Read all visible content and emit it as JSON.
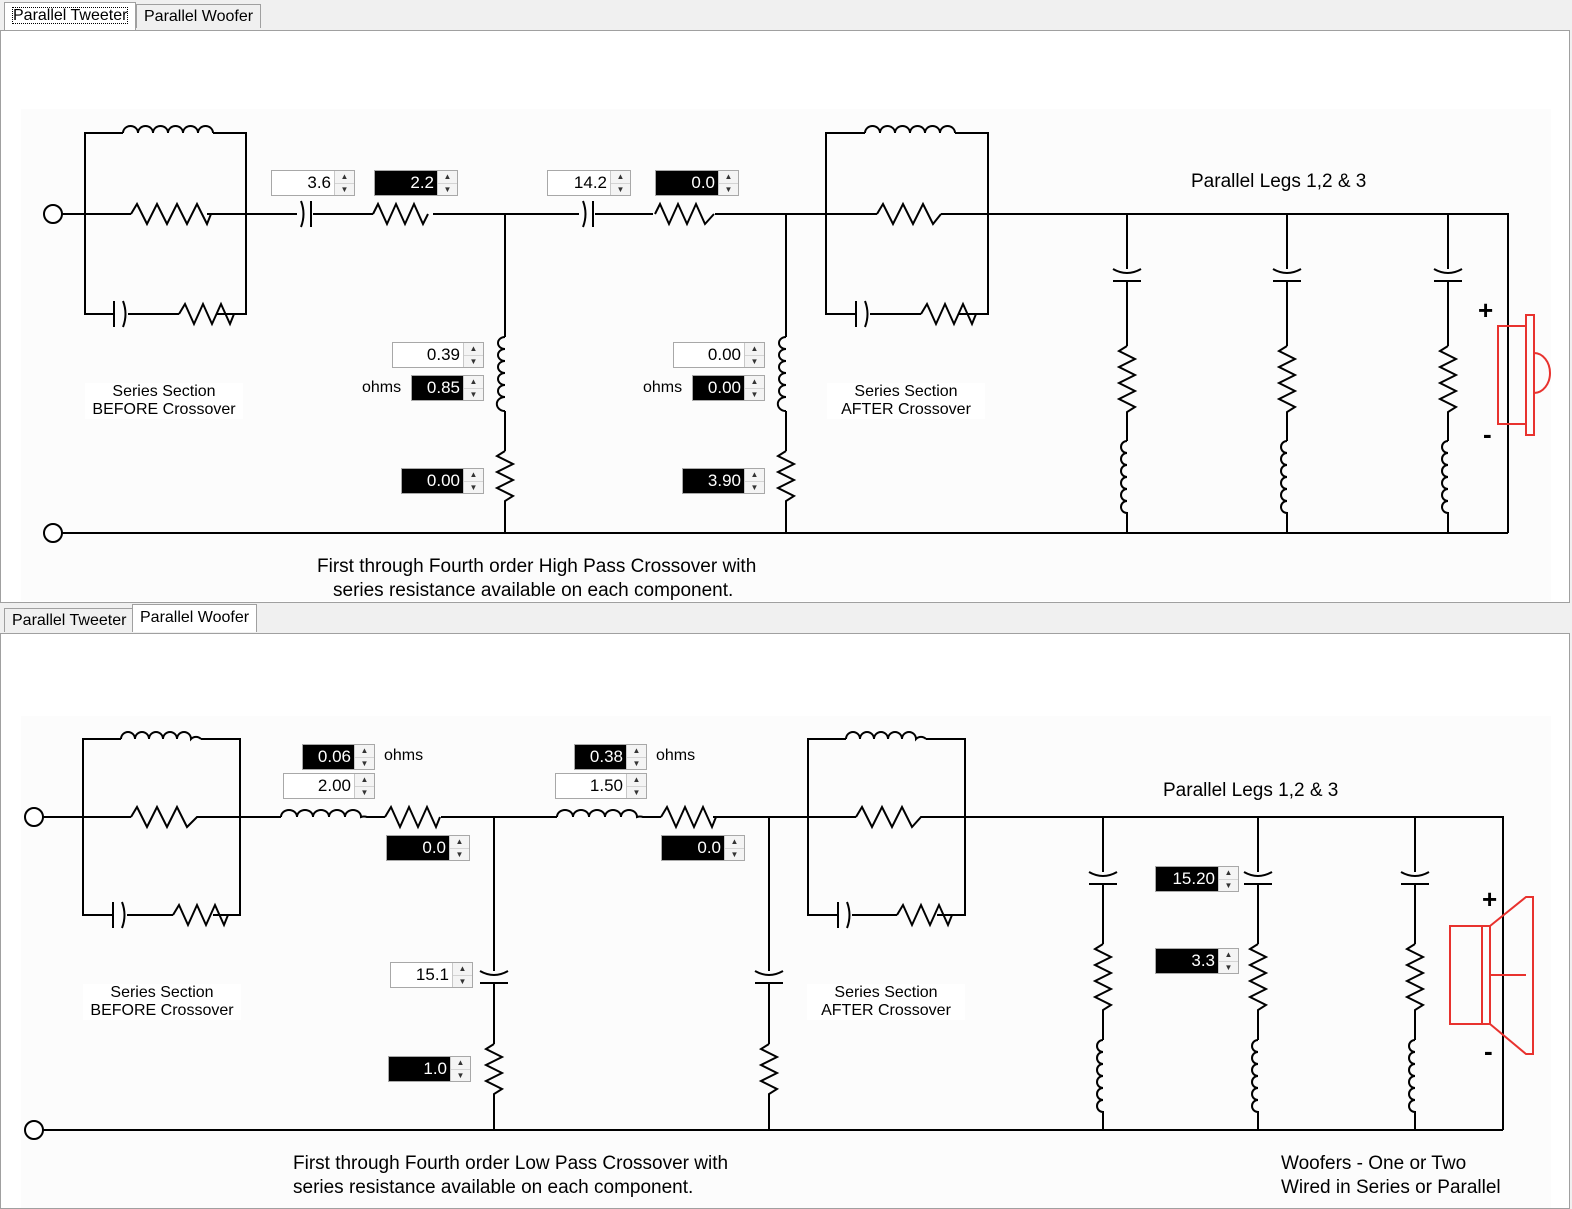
{
  "tabs": [
    "Parallel Tweeter",
    "Parallel Woofer"
  ],
  "tweeter": {
    "inputs": {
      "c1": "3.6",
      "r1": "2.2",
      "c2": "14.2",
      "r2": "0.0",
      "l1": "0.39",
      "l1r": "0.85",
      "r3": "0.00",
      "l2": "0.00",
      "l2r": "0.00",
      "r4": "3.90"
    },
    "ohms": "ohms",
    "series_before": [
      "Series Section",
      "BEFORE Crossover"
    ],
    "series_after": [
      "Series Section",
      "AFTER Crossover"
    ],
    "parallel_legs": "Parallel Legs 1,2 & 3",
    "plus": "+",
    "minus": "-",
    "caption": [
      "First through Fourth order High Pass Crossover with",
      "series resistance available on each component."
    ]
  },
  "woofer": {
    "inputs": {
      "l1r": "0.06",
      "l1": "2.00",
      "r1": "0.0",
      "l2r": "0.38",
      "l2": "1.50",
      "r2": "0.0",
      "c1": "15.1",
      "r3": "1.0",
      "leg2c": "15.20",
      "leg2r": "3.3"
    },
    "ohms": "ohms",
    "series_before": [
      "Series Section",
      "BEFORE Crossover"
    ],
    "series_after": [
      "Series Section",
      "AFTER Crossover"
    ],
    "parallel_legs": "Parallel Legs 1,2 & 3",
    "plus": "+",
    "minus": "-",
    "caption": [
      "First through Fourth order Low Pass Crossover with",
      "series resistance available on each component."
    ],
    "woofer_note": [
      "Woofers - One or Two",
      "Wired in Series or Parallel"
    ]
  },
  "colors": {
    "wire": "#000000",
    "speaker": "#e8322e",
    "dark_input": "#000000"
  }
}
